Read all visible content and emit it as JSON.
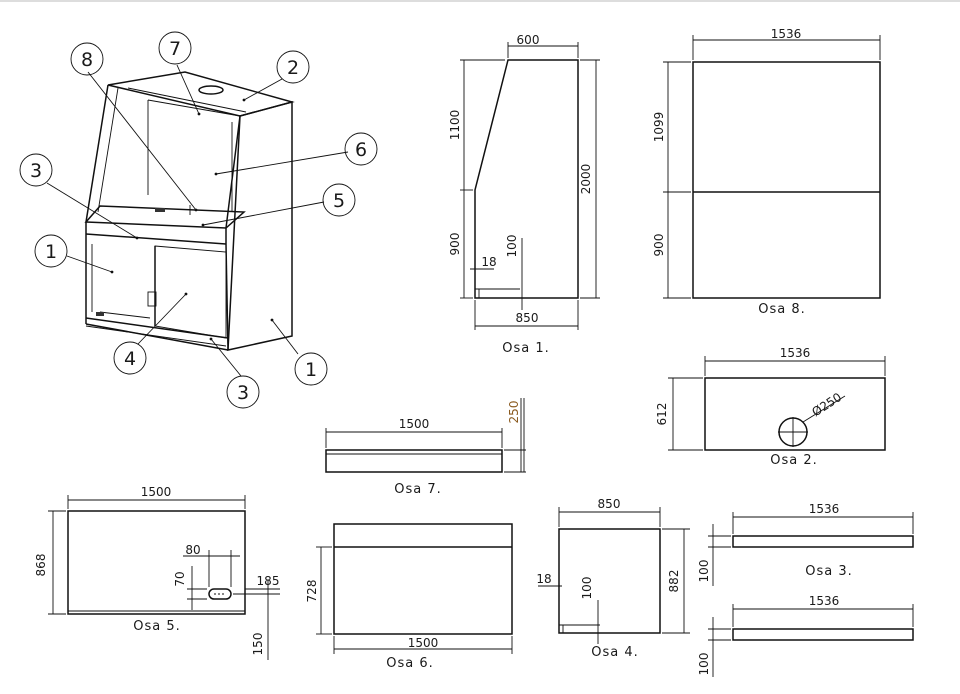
{
  "captions": {
    "osa1": "Osa 1.",
    "osa2": "Osa 2.",
    "osa3": "Osa 3.",
    "osa4": "Osa 4.",
    "osa5": "Osa 5.",
    "osa6": "Osa 6.",
    "osa7": "Osa 7.",
    "osa8": "Osa 8."
  },
  "part_numbers": {
    "n8": "8",
    "n7": "7",
    "n2": "2",
    "n6": "6",
    "n5": "5",
    "n3a": "3",
    "n1a": "1",
    "n4": "4",
    "n3b": "3",
    "n1b": "1"
  },
  "osa1": {
    "top": "600",
    "upper": "1100",
    "height": "2000",
    "lower": "900",
    "base": "100",
    "offset": "18",
    "bottom": "850"
  },
  "osa8": {
    "width": "1536",
    "upper": "1099",
    "lower": "900"
  },
  "osa2": {
    "width": "1536",
    "depth": "612",
    "hole": "Ø250"
  },
  "osa7": {
    "width": "1500",
    "height": "250"
  },
  "osa5": {
    "width": "1500",
    "height": "868",
    "slot_w": "80",
    "slot_h": "70",
    "slot_x": "185",
    "slot_y": "150"
  },
  "osa6": {
    "height": "728",
    "width": "1500"
  },
  "osa4": {
    "width": "850",
    "height": "882",
    "offset": "18",
    "base": "100"
  },
  "osa3": {
    "width_a": "1536",
    "height_a": "100",
    "width_b": "1536",
    "height_b": "100"
  }
}
